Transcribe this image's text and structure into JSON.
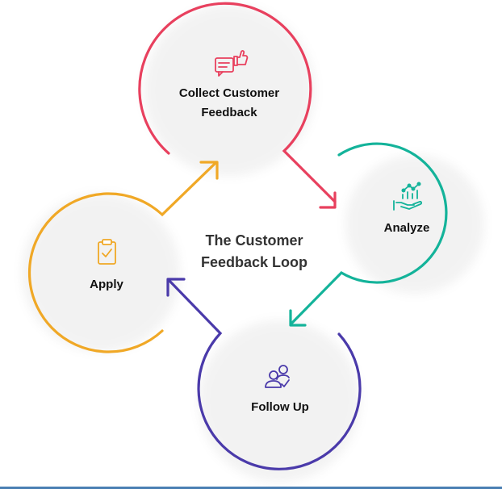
{
  "title_lines": [
    "The Customer",
    "Feedback Loop"
  ],
  "steps": [
    {
      "key": "collect",
      "label_lines": [
        "Collect Customer",
        "Feedback"
      ],
      "icon": "feedback-chat-thumbs-up-icon",
      "color": "#e8405e"
    },
    {
      "key": "analyze",
      "label_lines": [
        "Analyze"
      ],
      "icon": "hand-chart-icon",
      "color": "#14b39a"
    },
    {
      "key": "follow_up",
      "label_lines": [
        "Follow Up"
      ],
      "icon": "users-check-icon",
      "color": "#4a3aaa"
    },
    {
      "key": "apply",
      "label_lines": [
        "Apply"
      ],
      "icon": "clipboard-check-icon",
      "color": "#f0a826"
    }
  ]
}
